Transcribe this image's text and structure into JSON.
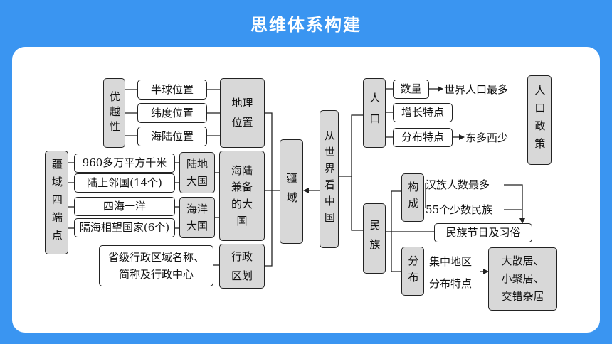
{
  "header": {
    "title": "思维体系构建"
  },
  "center": "疆域",
  "left": {
    "youyuexing": "优越性",
    "location_items": [
      "半球位置",
      "纬度位置",
      "海陆位置"
    ],
    "dili_weizhi": [
      "地理",
      "位置"
    ],
    "jiangyu_sidian": "疆域四端点",
    "area": "960多万平方千米",
    "neighbors": "陆上邻国(14个)",
    "ludi_daguo": [
      "陆地",
      "大国"
    ],
    "haiyang_items": [
      "四海一洋",
      "隔海相望国家(6个)"
    ],
    "haiyang_daguo": [
      "海洋",
      "大国"
    ],
    "hailu": [
      "海陆",
      "兼备",
      "的大",
      "国"
    ],
    "xingzheng_items": [
      "省级行政区域名称、",
      "简称及行政中心"
    ],
    "xingzheng_quhua": [
      "行政",
      "区划"
    ]
  },
  "right": {
    "cong_shijie": "从世界看中国",
    "renkou": "人口",
    "shuliang": "数量",
    "shuliang_text": "世界人口最多",
    "zengzhang": "增长特点",
    "fenbu": "分布特点",
    "fenbu_text": "东多西少",
    "renkou_zhengce": "人口政策",
    "minzu": "民族",
    "goucheng": "构成",
    "goucheng_items": [
      "汉族人数最多",
      "55个少数民族"
    ],
    "jieri": "民族节日及习俗",
    "fenbu2": "分布",
    "fenbu2_items": [
      "集中地区",
      "分布特点"
    ],
    "juju": [
      "大散居、",
      "小聚居、",
      "交错杂居"
    ]
  }
}
